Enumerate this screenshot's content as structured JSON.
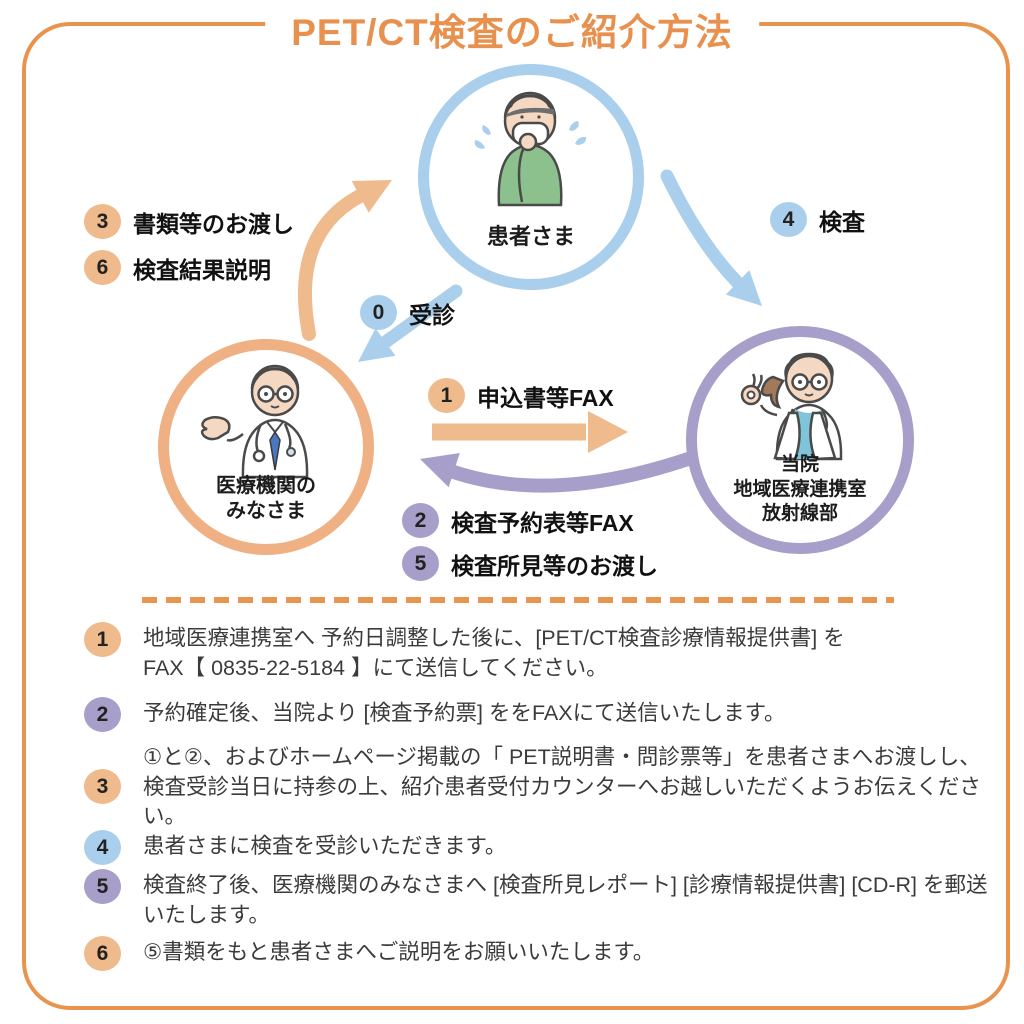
{
  "title": "PET/CT検査のご紹介方法",
  "colors": {
    "accent_orange": "#E8914E",
    "soft_orange": "#EFBA8C",
    "soft_blue": "#A9CFEC",
    "soft_purple": "#A89ECA",
    "text": "#3B3B3B"
  },
  "diagram": {
    "patient": {
      "label": "患者さま"
    },
    "clinic": {
      "label": "医療機関の\nみなさま"
    },
    "hospital": {
      "label": "当院\n地域医療連携室\n放射線部"
    },
    "labels": {
      "step3": {
        "num": "3",
        "text": "書類等のお渡し"
      },
      "step6": {
        "num": "6",
        "text": "検査結果説明"
      },
      "step0": {
        "num": "0",
        "text": "受診"
      },
      "step4": {
        "num": "4",
        "text": "検査"
      },
      "step1": {
        "num": "1",
        "text": "申込書等FAX"
      },
      "step2": {
        "num": "2",
        "text": "検査予約表等FAX"
      },
      "step5": {
        "num": "5",
        "text": "検査所見等のお渡し"
      }
    }
  },
  "steps": [
    {
      "num": "1",
      "text": "地域医療連携室へ 予約日調整した後に、[PET/CT検査診療情報提供書] を\nFAX【 0835-22-5184 】にて送信してください。"
    },
    {
      "num": "2",
      "text": "予約確定後、当院より [検査予約票] ををFAXにて送信いたします。"
    },
    {
      "num": "3",
      "text": "①と②、およびホームページ掲載の「 PET説明書・問診票等」を患者さまへお渡しし、\n検査受診当日に持参の上、紹介患者受付カウンターへお越しいただくようお伝えくださ\nい。"
    },
    {
      "num": "4",
      "text": "患者さまに検査を受診いただきます。"
    },
    {
      "num": "5",
      "text": "検査終了後、医療機関のみなさまへ [検査所見レポート] [診療情報提供書] [CD-R] を郵送\nいたします。"
    },
    {
      "num": "6",
      "text": "⑤書類をもと患者さまへご説明をお願いいたします。"
    }
  ]
}
